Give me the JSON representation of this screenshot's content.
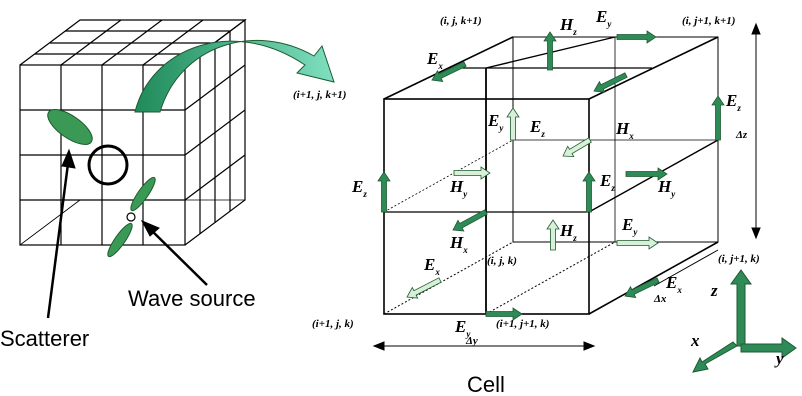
{
  "left": {
    "scatterer_label": "Scatterer",
    "source_label": "Wave source"
  },
  "cell_caption": "Cell",
  "corners": {
    "top_mid": "(i, j, k+1)",
    "top_right": "(i, j+1, k+1)",
    "front_top_left": "(i+1, j, k+1)",
    "mid_back": "(i, j, k)",
    "mid_right": "(i, j+1, k)",
    "bottom_left": "(i+1, j, k)",
    "bottom_mid": "(i+1, j+1, k)"
  },
  "dims": {
    "dz": "Δz",
    "dx": "Δx",
    "dy": "Δy"
  },
  "field_labels": [
    {
      "id": "Hz_top",
      "main": "H",
      "sub": "z"
    },
    {
      "id": "Ey_top",
      "main": "E",
      "sub": "y"
    },
    {
      "id": "Ex_top",
      "main": "E",
      "sub": "x"
    },
    {
      "id": "Ez_right_top",
      "main": "E",
      "sub": "z"
    },
    {
      "id": "Ey_front",
      "main": "E",
      "sub": "y"
    },
    {
      "id": "Ez_inner",
      "main": "E",
      "sub": "z"
    },
    {
      "id": "Hx_upper",
      "main": "H",
      "sub": "x"
    },
    {
      "id": "Ez_left",
      "main": "E",
      "sub": "z"
    },
    {
      "id": "Hy_left",
      "main": "H",
      "sub": "y"
    },
    {
      "id": "Ez_mid",
      "main": "E",
      "sub": "z"
    },
    {
      "id": "Hy_right",
      "main": "H",
      "sub": "y"
    },
    {
      "id": "Hz_lower",
      "main": "H",
      "sub": "z"
    },
    {
      "id": "Ey_lower",
      "main": "E",
      "sub": "y"
    },
    {
      "id": "Hx_lower",
      "main": "H",
      "sub": "x"
    },
    {
      "id": "Ex_lower",
      "main": "E",
      "sub": "x"
    },
    {
      "id": "Ex_right",
      "main": "E",
      "sub": "x"
    },
    {
      "id": "Ey_bottom",
      "main": "E",
      "sub": "y"
    }
  ],
  "axes": {
    "x": "x",
    "y": "y",
    "z": "z"
  },
  "colors": {
    "arrow_fill": "#2e8b57",
    "arrow_light": "#d8f0d8",
    "big_arrow": "#3cb08a",
    "ellipse": "#3a9a55"
  }
}
